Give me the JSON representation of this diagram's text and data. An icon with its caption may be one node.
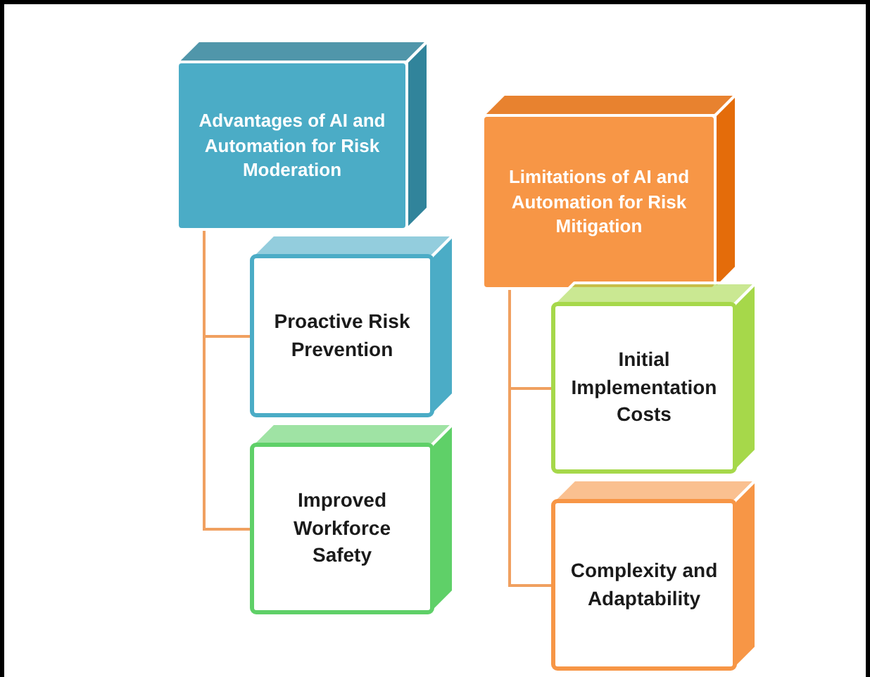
{
  "diagram": {
    "nodes": [
      {
        "text": [
          "Advantages of AI and Automation for Risk Moderation"
        ]
      },
      {
        "text": [
          "Limitations of AI and Automation for Risk Mitigation"
        ]
      },
      {
        "text": [
          "Proactive Risk Prevention"
        ]
      },
      {
        "text": [
          "Improved Workforce Safety"
        ]
      },
      {
        "text": [
          "Initial Implementation Costs"
        ]
      },
      {
        "text": [
          "Complexity and Adaptability"
        ]
      }
    ],
    "edges": [
      {
        "from": 0,
        "to": 2,
        "arrow": "none"
      },
      {
        "from": 0,
        "to": 3,
        "arrow": "none"
      },
      {
        "from": 1,
        "to": 4,
        "arrow": "none"
      },
      {
        "from": 1,
        "to": 5,
        "arrow": "none"
      }
    ]
  }
}
